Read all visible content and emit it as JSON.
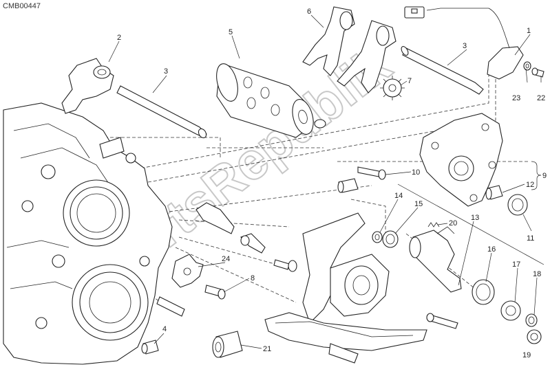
{
  "drawing_code": "CMB00447",
  "watermark": "PartsRepublik",
  "callouts": [
    {
      "id": "1",
      "label": "1"
    },
    {
      "id": "2",
      "label": "2"
    },
    {
      "id": "3a",
      "label": "3"
    },
    {
      "id": "3b",
      "label": "3"
    },
    {
      "id": "4",
      "label": "4"
    },
    {
      "id": "5",
      "label": "5"
    },
    {
      "id": "6",
      "label": "6"
    },
    {
      "id": "7",
      "label": "7"
    },
    {
      "id": "8",
      "label": "8"
    },
    {
      "id": "9",
      "label": "9"
    },
    {
      "id": "10",
      "label": "10"
    },
    {
      "id": "11",
      "label": "11"
    },
    {
      "id": "12",
      "label": "12"
    },
    {
      "id": "13",
      "label": "13"
    },
    {
      "id": "14",
      "label": "14"
    },
    {
      "id": "15",
      "label": "15"
    },
    {
      "id": "16",
      "label": "16"
    },
    {
      "id": "17",
      "label": "17"
    },
    {
      "id": "18",
      "label": "18"
    },
    {
      "id": "19",
      "label": "19"
    },
    {
      "id": "20",
      "label": "20"
    },
    {
      "id": "21",
      "label": "21"
    },
    {
      "id": "22",
      "label": "22"
    },
    {
      "id": "23",
      "label": "23"
    },
    {
      "id": "24",
      "label": "24"
    }
  ]
}
